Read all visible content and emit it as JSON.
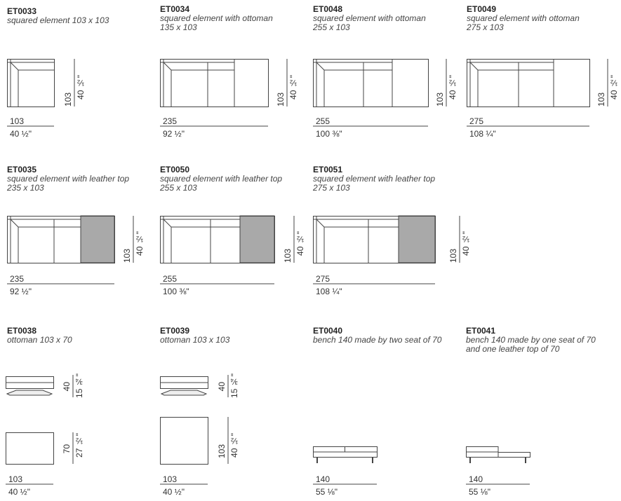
{
  "items": [
    {
      "code": "ET0033",
      "desc": [
        "squared element 103 x 103"
      ],
      "width_cm": "103",
      "width_in": "40 ½\"",
      "depth_cm": "103",
      "depth_in": "40 ½\""
    },
    {
      "code": "ET0034",
      "desc": [
        "squared element with ottoman",
        "135 x 103"
      ],
      "width_cm": "235",
      "width_in": "92 ½\"",
      "depth_cm": "103",
      "depth_in": "40 ½\""
    },
    {
      "code": "ET0048",
      "desc": [
        "squared element with ottoman",
        "255 x 103"
      ],
      "width_cm": "255",
      "width_in": "100 ⅜\"",
      "depth_cm": "103",
      "depth_in": "40 ½\""
    },
    {
      "code": "ET0049",
      "desc": [
        "squared element with ottoman",
        "275 x 103"
      ],
      "width_cm": "275",
      "width_in": "108 ¼\"",
      "depth_cm": "103",
      "depth_in": "40 ½\""
    },
    {
      "code": "ET0035",
      "desc": [
        "squared element with leather top",
        "235 x 103"
      ],
      "width_cm": "235",
      "width_in": "92 ½\"",
      "depth_cm": "103",
      "depth_in": "40 ½\""
    },
    {
      "code": "ET0050",
      "desc": [
        "squared element with leather top",
        "255 x 103"
      ],
      "width_cm": "255",
      "width_in": "100 ⅜\"",
      "depth_cm": "103",
      "depth_in": "40 ½\""
    },
    {
      "code": "ET0051",
      "desc": [
        "squared element with leather top",
        "275 x 103"
      ],
      "width_cm": "275",
      "width_in": "108 ¼\"",
      "depth_cm": "103",
      "depth_in": "40 ½\""
    },
    {
      "code": "ET0038",
      "desc": [
        "ottoman 103 x 70"
      ],
      "width_cm": "103",
      "width_in": "40 ½\"",
      "depth_cm": "70",
      "depth_in": "27 ½\"",
      "height_cm": "40",
      "height_in": "15 ¾\""
    },
    {
      "code": "ET0039",
      "desc": [
        "ottoman 103 x 103"
      ],
      "width_cm": "103",
      "width_in": "40 ½\"",
      "depth_cm": "103",
      "depth_in": "40 ½\"",
      "height_cm": "40",
      "height_in": "15 ¾\""
    },
    {
      "code": "ET0040",
      "desc": [
        "bench 140 made by two seat of 70"
      ],
      "width_cm": "140",
      "width_in": "55 ⅛\""
    },
    {
      "code": "ET0041",
      "desc": [
        "bench 140 made by one seat of 70",
        "and one leather top of 70"
      ],
      "width_cm": "140",
      "width_in": "55 ⅛\""
    }
  ],
  "colors": {
    "line": "#444444",
    "leather": "#a9a9a9"
  }
}
